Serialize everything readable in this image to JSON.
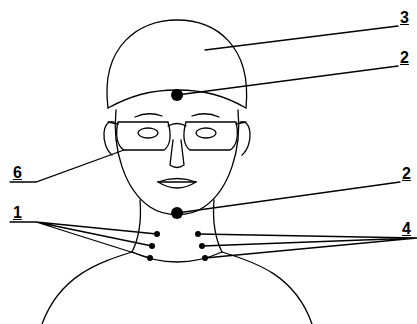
{
  "diagram": {
    "labels": [
      "3",
      "2",
      "6",
      "2",
      "1",
      "4"
    ]
  }
}
